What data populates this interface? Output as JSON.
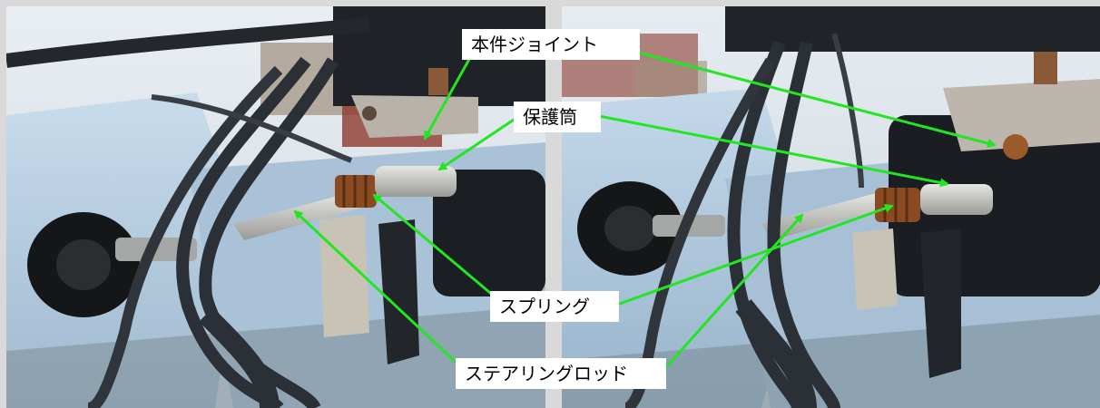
{
  "labels": {
    "joint": "本件ジョイント",
    "guard": "保護筒",
    "spring": "スプリング",
    "rod": "ステアリングロッド"
  },
  "colors": {
    "arrow": "#22e622",
    "label_bg": "#ffffff",
    "label_text": "#000000",
    "hull_blue": "#b7cfe3",
    "cable": "#2b2f36",
    "rust": "#8a4a22",
    "metal": "#c8c8c4"
  }
}
